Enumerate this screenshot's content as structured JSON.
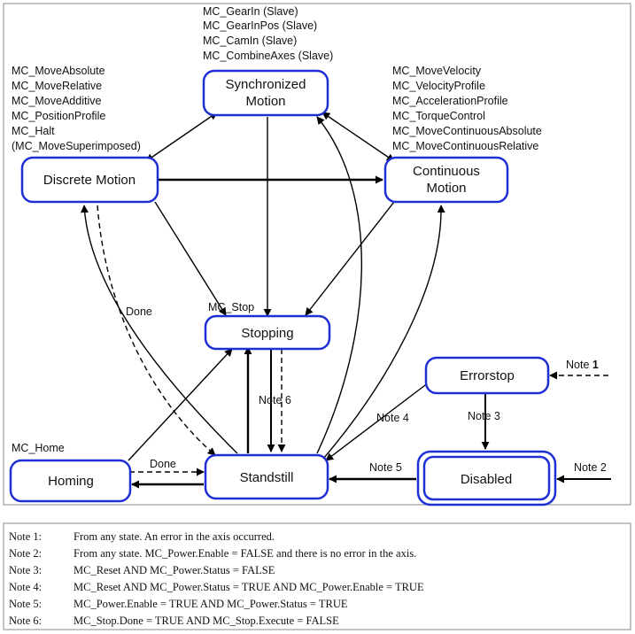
{
  "states": {
    "synchronized": {
      "line1": "Synchronized",
      "line2": "Motion"
    },
    "discrete": {
      "label": "Discrete Motion"
    },
    "continuous": {
      "line1": "Continuous",
      "line2": "Motion"
    },
    "stopping": {
      "label": "Stopping"
    },
    "errorstop": {
      "label": "Errorstop"
    },
    "homing": {
      "label": "Homing"
    },
    "standstill": {
      "label": "Standstill"
    },
    "disabled": {
      "label": "Disabled"
    }
  },
  "labels": {
    "sync_fbs": [
      "MC_GearIn (Slave)",
      "MC_GearInPos (Slave)",
      "MC_CamIn (Slave)",
      "MC_CombineAxes (Slave)"
    ],
    "discrete_fbs": [
      "MC_MoveAbsolute",
      "MC_MoveRelative",
      "MC_MoveAdditive",
      "MC_PositionProfile",
      "MC_Halt",
      "(MC_MoveSuperimposed)"
    ],
    "continuous_fbs": [
      "MC_MoveVelocity",
      "MC_VelocityProfile",
      "MC_AccelerationProfile",
      "MC_TorqueControl",
      "MC_MoveContinuousAbsolute",
      "MC_MoveContinuousRelative"
    ],
    "mc_stop": "MC_Stop",
    "mc_home": "MC_Home",
    "done_discrete": "Done",
    "done_homing": "Done",
    "note1_prefix": "Note ",
    "note1_num": "1",
    "note2": "Note 2",
    "note3": "Note 3",
    "note4": "Note 4",
    "note5": "Note 5",
    "note6": "Note 6"
  },
  "notes": [
    {
      "key": "Note 1:",
      "text": "From any state. An error in the axis occurred."
    },
    {
      "key": "Note 2:",
      "text": "From any state. MC_Power.Enable = FALSE and there is no error in the axis."
    },
    {
      "key": "Note 3:",
      "text": "MC_Reset AND MC_Power.Status = FALSE"
    },
    {
      "key": "Note 4:",
      "text": "MC_Reset AND MC_Power.Status = TRUE AND MC_Power.Enable = TRUE"
    },
    {
      "key": "Note 5:",
      "text": "MC_Power.Enable = TRUE AND MC_Power.Status = TRUE"
    },
    {
      "key": "Note 6:",
      "text": "MC_Stop.Done = TRUE AND MC_Stop.Execute = FALSE"
    }
  ],
  "colors": {
    "state_border": "#1f2fd6",
    "arrow": "#000000",
    "frame": "#888888"
  }
}
